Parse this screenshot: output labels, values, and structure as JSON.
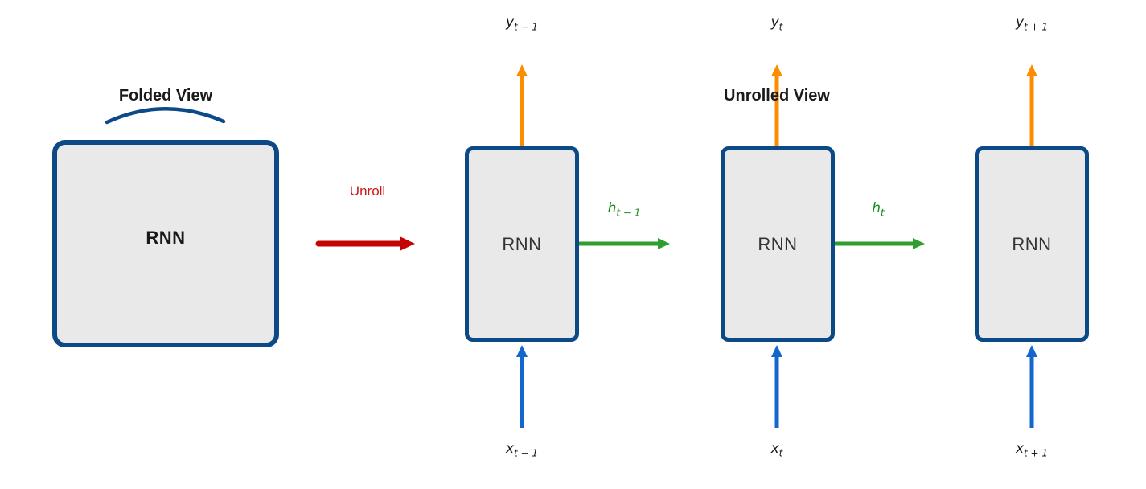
{
  "diagram": {
    "folded": {
      "title": "Folded View",
      "box_label": "RNN"
    },
    "transition": {
      "label": "Unroll"
    },
    "unrolled": {
      "title": "Unrolled View",
      "cells": [
        {
          "label": "RNN",
          "output": {
            "base": "y",
            "sub": "t − 1"
          },
          "input": {
            "base": "x",
            "sub": "t − 1"
          },
          "hidden": {
            "base": "h",
            "sub": "t − 1"
          }
        },
        {
          "label": "RNN",
          "output": {
            "base": "y",
            "sub": "t"
          },
          "input": {
            "base": "x",
            "sub": "t"
          },
          "hidden": {
            "base": "h",
            "sub": "t"
          }
        },
        {
          "label": "RNN",
          "output": {
            "base": "y",
            "sub": "t + 1"
          },
          "input": {
            "base": "x",
            "sub": "t + 1"
          }
        }
      ]
    },
    "colors": {
      "box_border_navy": "#0c4a87",
      "box_fill_gray": "#e9e9e9",
      "output_arrow_orange": "#fd8c00",
      "input_arrow_blue": "#1266cc",
      "hidden_arrow_green": "#2e9e2e",
      "unroll_arrow_red": "#c40404",
      "unroll_text_red": "#d01616"
    }
  }
}
